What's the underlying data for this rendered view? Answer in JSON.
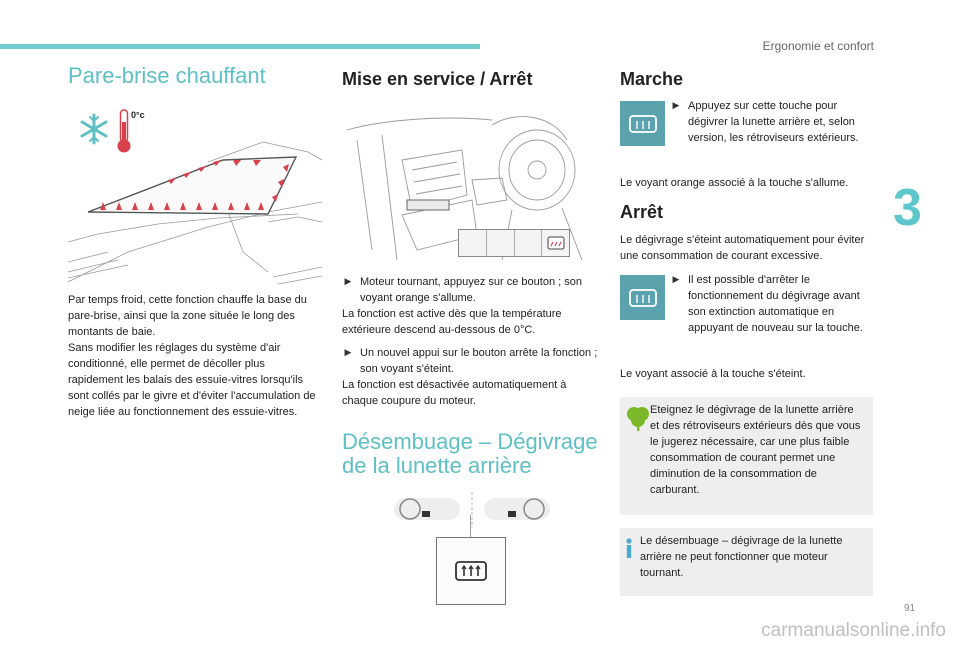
{
  "header": {
    "section": "Ergonomie et confort",
    "chapter": "3",
    "page": "91"
  },
  "watermark": "carmanualsonline.info",
  "windshield": {
    "title": "Pare-brise chauffant",
    "temp_label": "0°c",
    "text": "Par temps froid, cette fonction chauffe la base du pare-brise, ainsi que la zone située le long des montants de baie.\nSans modifier les réglages du système d'air conditionné, elle permet de décoller plus rapidement les balais des essuie-vitres lorsqu'ils sont collés par le givre et d'éviter l'accumulation de neige liée au fonctionnement des essuie-vitres."
  },
  "activation": {
    "title": "Mise en service / Arrêt",
    "bullet1": "Moteur tournant, appuyez sur ce bouton ; son voyant orange s'allume.",
    "text1": "La fonction est active dès que la température extérieure descend au-dessous de 0°C.",
    "bullet2": "Un nouvel appui sur le bouton arrête la fonction ; son voyant s'éteint.",
    "text2": "La fonction est désactivée automatiquement à chaque coupure du moteur."
  },
  "rear": {
    "title_line1": "Désembuage – Dégivrage",
    "title_line2": "de la lunette arrière"
  },
  "marche": {
    "title": "Marche",
    "bullet": "Appuyez sur cette touche pour dégivrer la lunette arrière et, selon version, les rétroviseurs extérieurs.",
    "text": "Le voyant orange associé à la touche s'allume."
  },
  "arret": {
    "title": "Arrêt",
    "text1": "Le dégivrage s'éteint automatiquement pour éviter une consommation de courant excessive.",
    "bullet": "Il est possible d'arrêter le fonctionnement du dégivrage avant son extinction automatique en appuyant de nouveau sur la touche.",
    "text2": "Le voyant associé à la touche s'éteint."
  },
  "eco_note": "Eteignez le dégivrage de la lunette arrière et des rétroviseurs extérieurs dès que vous le jugerez nécessaire, car une plus faible consommation de courant permet une diminution de la consommation de carburant.",
  "info_note": "Le désembuage – dégivrage de la lunette arrière ne peut fonctionner que moteur tournant.",
  "icons": {
    "rear_defrost": "rear-defrost-icon",
    "leaf": "eco-leaf-icon",
    "info": "info-icon",
    "snowflake": "snowflake-icon",
    "thermometer": "thermometer-icon"
  },
  "colors": {
    "accent": "#5ebfc5",
    "icon_bg": "#5aa2ad",
    "heat": "#d9404a",
    "eco": "#7ab829",
    "info": "#4ba9d6"
  }
}
